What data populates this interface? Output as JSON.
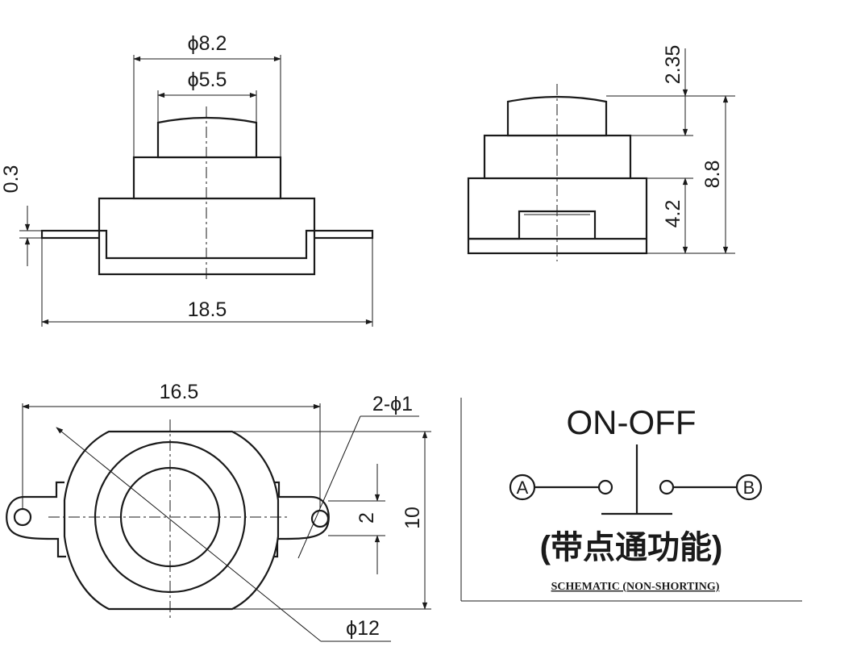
{
  "dimensions": {
    "front_outer_diameter": "ϕ8.2",
    "front_inner_diameter": "ϕ5.5",
    "front_gap": "0.3",
    "front_width": "18.5",
    "side_cap": "2.35",
    "side_total": "8.8",
    "side_base": "4.2",
    "plan_width": "16.5",
    "plan_holes": "2-ϕ1",
    "plan_slot": "2",
    "plan_height": "10",
    "plan_diameter": "ϕ12"
  },
  "schematic": {
    "title": "ON-OFF",
    "terminal_a": "A",
    "terminal_b": "B",
    "chinese_note": "(带点通功能)",
    "caption": "SCHEMATIC (NON-SHORTING)"
  }
}
